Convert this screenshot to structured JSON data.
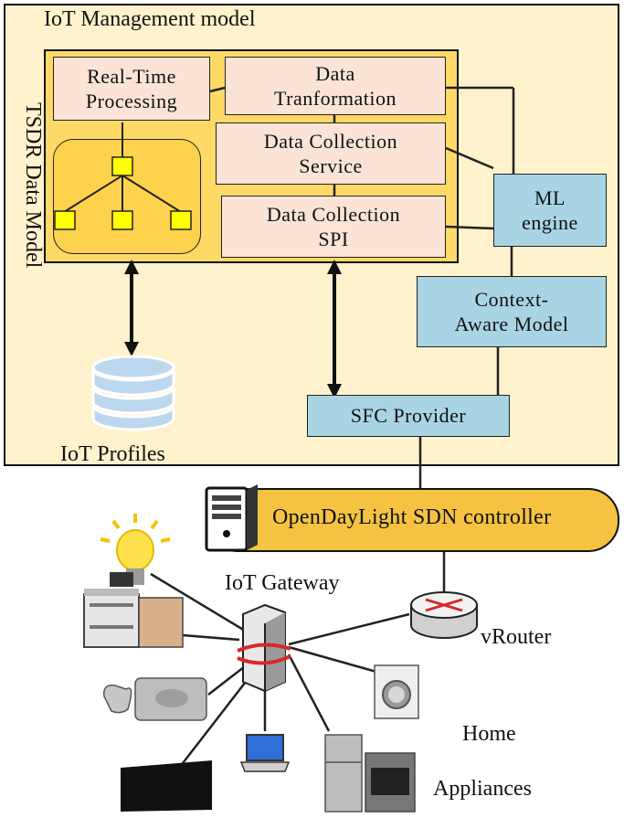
{
  "management": {
    "title": "IoT Management model",
    "side_label": "TSDR Data Model",
    "profiles_label": "IoT Profiles"
  },
  "boxes": {
    "realtime": [
      "Real-Time",
      "Processing"
    ],
    "transformation": [
      "Data",
      "Tranformation"
    ],
    "collection_service": [
      "Data Collection",
      "Service"
    ],
    "collection_spi": [
      "Data Collection",
      "SPI"
    ],
    "ml_engine": [
      "ML",
      "engine"
    ],
    "context_model": [
      "Context-",
      "Aware Model"
    ],
    "sfc_provider": "SFC Provider"
  },
  "controller": {
    "label": "OpenDayLight SDN controller"
  },
  "network": {
    "gateway_label": "IoT Gateway",
    "router_label": "vRouter",
    "appliances_label": [
      "Home",
      "Appliances"
    ]
  },
  "colors": {
    "outer_fill": "#fff2cc",
    "inner_fill": "#ffd966",
    "panel_fill": "#fbe4d6",
    "blue_fill": "#a9d4e3",
    "controller_fill": "#f5c242",
    "node_fill": "#ffff00"
  }
}
